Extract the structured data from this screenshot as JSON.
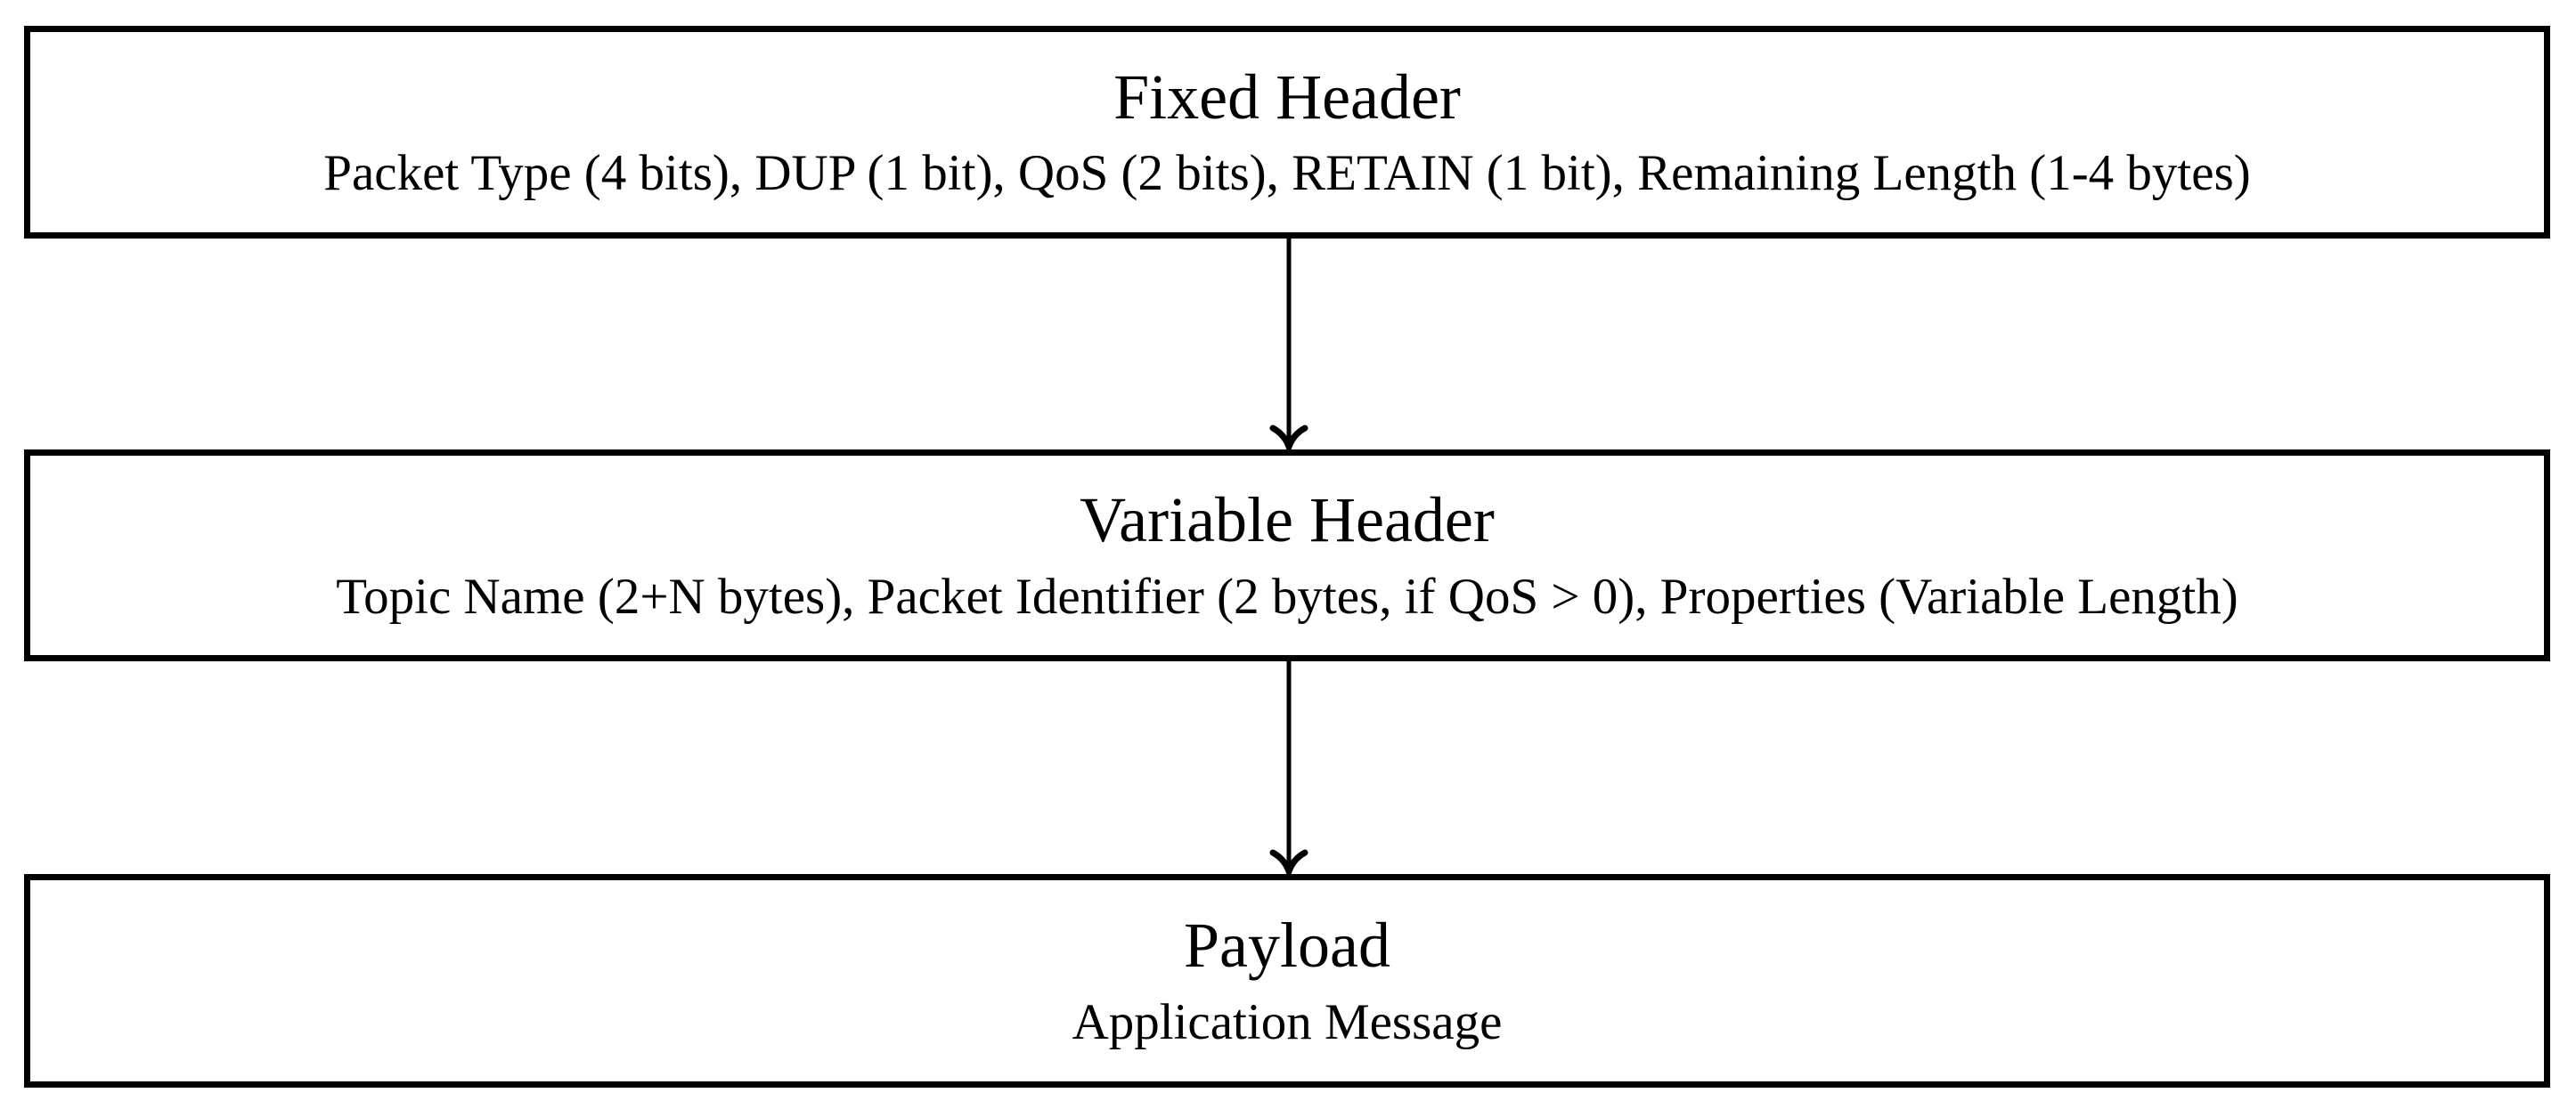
{
  "diagram": {
    "boxes": [
      {
        "id": "fixed-header",
        "title": "Fixed Header",
        "subtitle": "Packet Type (4 bits), DUP (1 bit), QoS (2 bits), RETAIN (1 bit), Remaining Length (1-4 bytes)"
      },
      {
        "id": "variable-header",
        "title": "Variable Header",
        "subtitle": "Topic Name (2+N bytes), Packet Identifier (2 bytes, if QoS > 0), Properties (Variable Length)"
      },
      {
        "id": "payload",
        "title": "Payload",
        "subtitle": "Application Message"
      }
    ],
    "colors": {
      "border": "#000000",
      "background": "#ffffff",
      "text": "#000000"
    }
  }
}
